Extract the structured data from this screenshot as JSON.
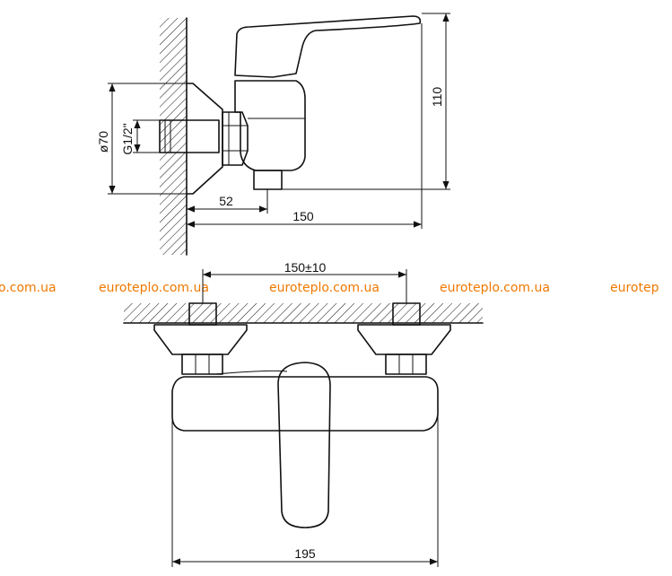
{
  "dimensions": {
    "diameter": "ø70",
    "thread": "G1/2\"",
    "height": "110",
    "offset": "52",
    "length": "150",
    "spacing": "150±10",
    "width": "195"
  },
  "watermarks": [
    "o.com.ua",
    "euroteplo.com.ua",
    "euroteplo.com.ua",
    "euroteplo.com.ua",
    "eurotep"
  ],
  "colors": {
    "line": "#111111",
    "watermark": "#f07800",
    "background": "#ffffff"
  }
}
